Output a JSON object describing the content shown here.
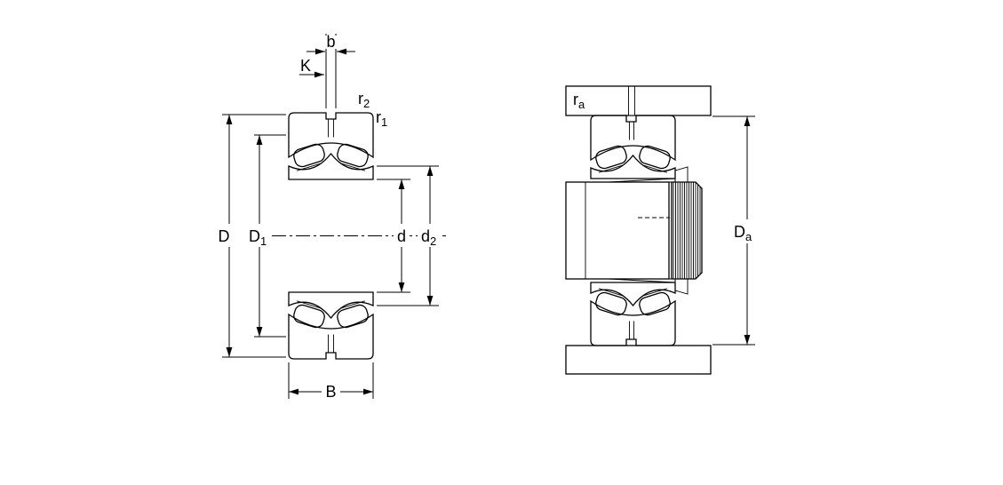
{
  "diagram": {
    "left_view": {
      "name": "bearing-cross-section",
      "labels": {
        "b": "b",
        "K": "K",
        "r2": {
          "base": "r",
          "sub": "2"
        },
        "r1": {
          "base": "r",
          "sub": "1"
        },
        "D": "D",
        "D1": {
          "base": "D",
          "sub": "1"
        },
        "d": "d",
        "d2": {
          "base": "d",
          "sub": "2"
        },
        "B": "B"
      }
    },
    "right_view": {
      "name": "mounted-bearing-with-adapter-sleeve",
      "labels": {
        "ra": {
          "base": "r",
          "sub": "a"
        },
        "Da": {
          "base": "D",
          "sub": "a"
        }
      }
    },
    "colors": {
      "bearing_fill": "#b9cde4",
      "roller_fill": "#cdd9ec",
      "steel_fill": "#c9c9c9",
      "white": "#ffffff",
      "line": "#000000"
    }
  }
}
